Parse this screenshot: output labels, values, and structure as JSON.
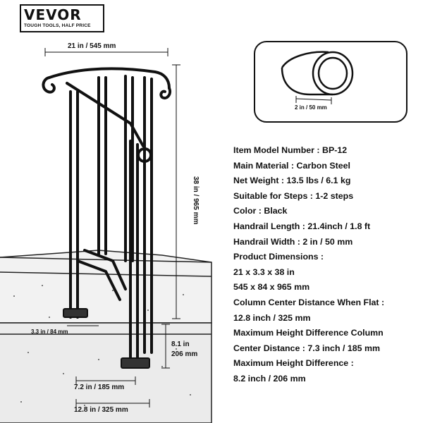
{
  "brand": {
    "name": "VEVOR",
    "tagline": "TOUGH TOOLS, HALF PRICE"
  },
  "dimensions": {
    "top_width": "21 in / 545 mm",
    "height": "38 in / 965 mm",
    "rail_width": "2 in / 50 mm",
    "base_depth": "3.3 in / 84 mm",
    "step_height": "8.1 in\n206 mm",
    "column_offset": "7.2 in / 185 mm",
    "column_distance": "12.8 in / 325 mm"
  },
  "specs": [
    {
      "label": "Item Model Number :",
      "value": "BP-12"
    },
    {
      "label": "Main Material :",
      "value": "Carbon Steel"
    },
    {
      "label": "Net Weight :",
      "value": "13.5 lbs / 6.1 kg"
    },
    {
      "label": "Suitable for Steps :",
      "value": "1-2 steps"
    },
    {
      "label": "Color :",
      "value": "Black"
    },
    {
      "label": "Handrail Length :",
      "value": "21.4inch / 1.8 ft"
    },
    {
      "label": "Handrail Width :",
      "value": "2 in / 50 mm"
    },
    {
      "label": "Product Dimensions :",
      "value": ""
    },
    {
      "label": "",
      "value": "21 x 3.3 x 38 in"
    },
    {
      "label": "",
      "value": "545 x 84 x 965 mm"
    },
    {
      "label": "Column Center Distance When Flat :",
      "value": ""
    },
    {
      "label": "",
      "value": "12.8 inch / 325 mm"
    },
    {
      "label": "Maximum Height Difference Column",
      "value": ""
    },
    {
      "label": "Center Distance :",
      "value": "7.3 inch / 185 mm"
    },
    {
      "label": "Maximum Height Difference :",
      "value": ""
    },
    {
      "label": "",
      "value": "8.2 inch / 206 mm"
    }
  ]
}
